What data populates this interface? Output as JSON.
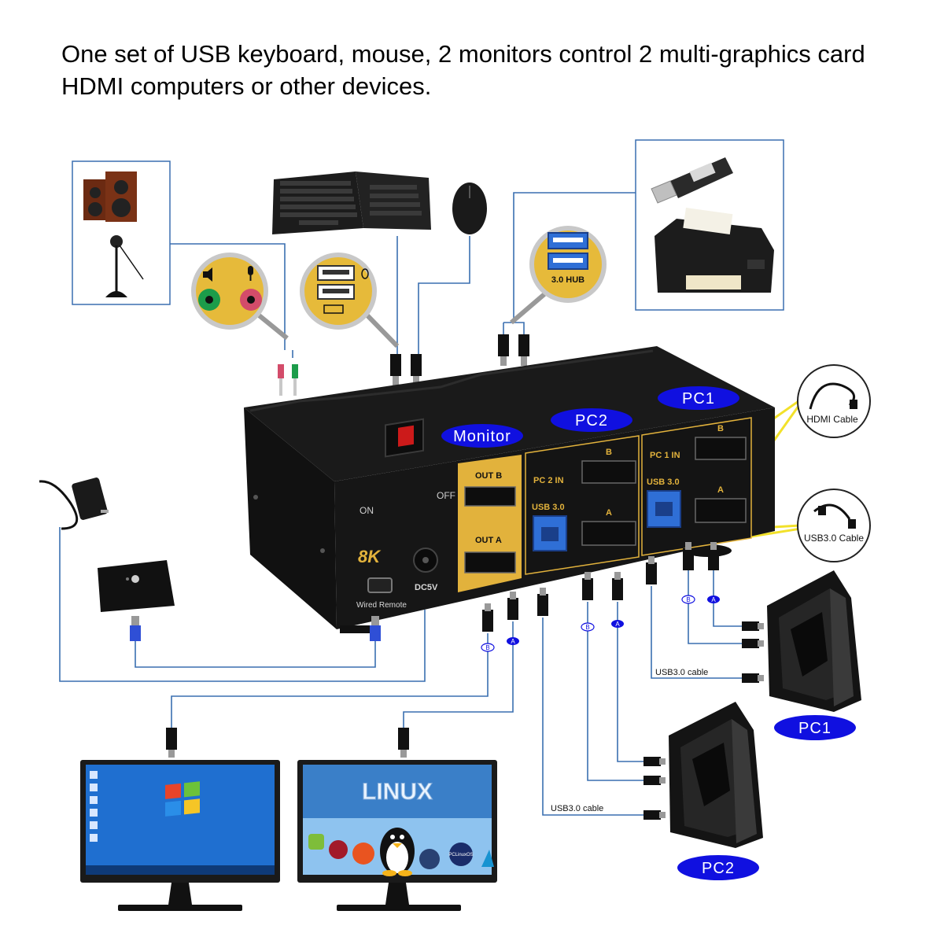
{
  "headline": "One set of USB keyboard, mouse, 2 monitors control 2 multi-graphics card HDMI computers or other devices.",
  "colors": {
    "pill_blue": "#1010e0",
    "gold": "#e2b23c",
    "usb_blue": "#2f6fd6",
    "line_blue": "#3a6fb0",
    "cable_yellow": "#f2e12a"
  },
  "kvm": {
    "monitor_label": "Monitor",
    "pc2_label": "PC2",
    "pc1_label": "PC1",
    "on_label": "ON",
    "off_label": "OFF",
    "eightk_label": "8K",
    "wired_remote_label": "Wired Remote",
    "dc_label": "DC5V",
    "out_b_label": "OUT B",
    "out_a_label": "OUT A",
    "pc2_in_label": "PC 2 IN",
    "pc1_in_label": "PC 1 IN",
    "usb30_label": "USB 3.0",
    "port_b": "B",
    "port_a": "A"
  },
  "zoom": {
    "hub_label": "3.0 HUB"
  },
  "callouts": {
    "hdmi_cable": "HDMI Cable",
    "usb_cable": "USB3.0 Cable"
  },
  "cables": {
    "usb_cable_pc1": "USB3.0 cable",
    "usb_cable_pc2": "USB3.0 cable",
    "tag_b": "B",
    "tag_a": "A"
  },
  "pcs": {
    "pc1_label": "PC1",
    "pc2_label": "PC2"
  },
  "monitors": {
    "linux_title": "LINUX",
    "os_badge": "PCLinuxOS"
  }
}
